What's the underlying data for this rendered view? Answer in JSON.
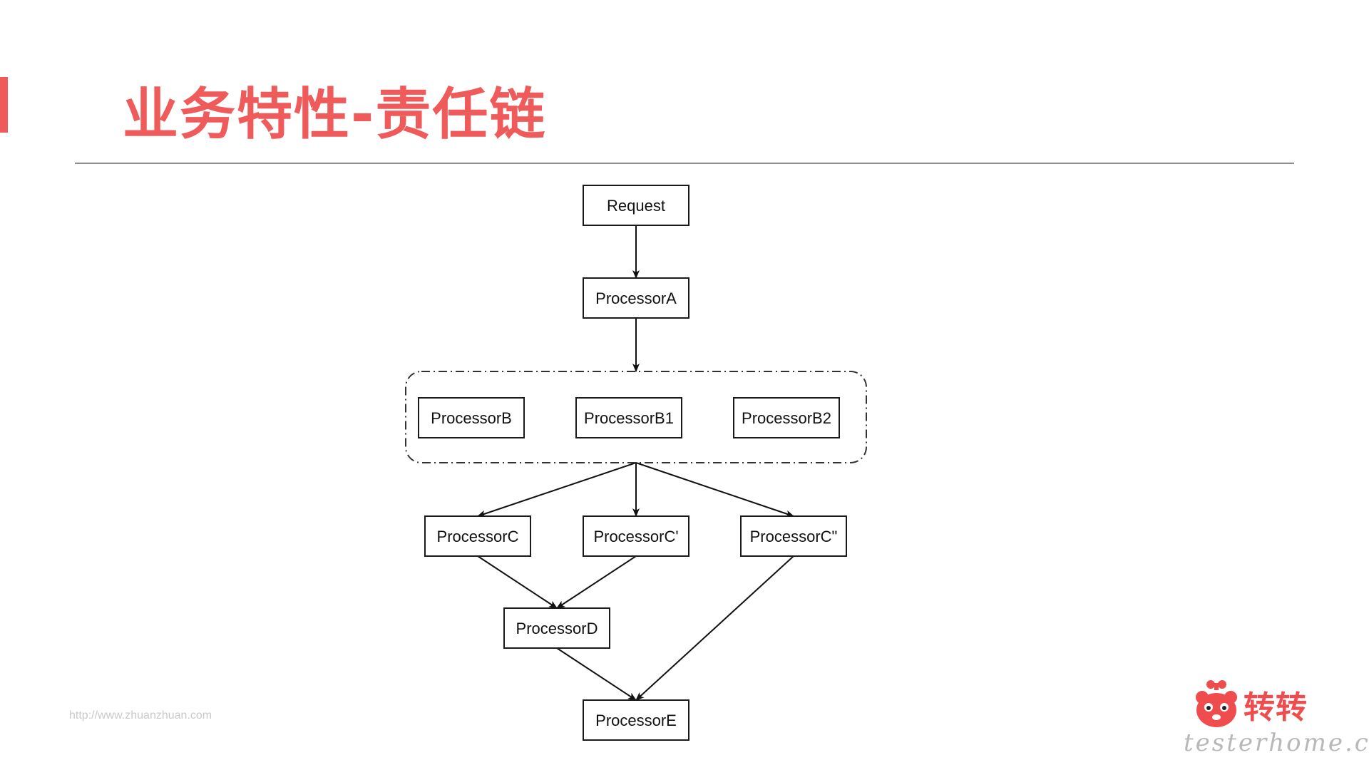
{
  "slide": {
    "title": "业务特性-责任链",
    "footer_url": "http://www.zhuanzhuan.com",
    "accent_color": "#ef5b5b"
  },
  "brand": {
    "logo_text": "转转",
    "logo_icon": "bear-mascot-icon",
    "color": "#ef4d4d"
  },
  "watermark": "testerhome.com",
  "diagram": {
    "nodes": [
      {
        "id": "request",
        "label": "Request"
      },
      {
        "id": "a",
        "label": "ProcessorA"
      },
      {
        "id": "b",
        "label": "ProcessorB"
      },
      {
        "id": "b1",
        "label": "ProcessorB1"
      },
      {
        "id": "b2",
        "label": "ProcessorB2"
      },
      {
        "id": "c",
        "label": "ProcessorC"
      },
      {
        "id": "c1",
        "label": "ProcessorC'"
      },
      {
        "id": "c2",
        "label": "ProcessorC\""
      },
      {
        "id": "d",
        "label": "ProcessorD"
      },
      {
        "id": "e",
        "label": "ProcessorE"
      }
    ],
    "groups": [
      {
        "id": "b-group",
        "members": [
          "b",
          "b1",
          "b2"
        ],
        "style": "dash-dot"
      }
    ],
    "edges": [
      {
        "from": "request",
        "to": "a"
      },
      {
        "from": "a",
        "to": "b-group"
      },
      {
        "from": "b-group",
        "to": "c"
      },
      {
        "from": "b-group",
        "to": "c1"
      },
      {
        "from": "b-group",
        "to": "c2"
      },
      {
        "from": "c",
        "to": "d"
      },
      {
        "from": "c1",
        "to": "d"
      },
      {
        "from": "d",
        "to": "e"
      },
      {
        "from": "c2",
        "to": "e"
      }
    ]
  }
}
